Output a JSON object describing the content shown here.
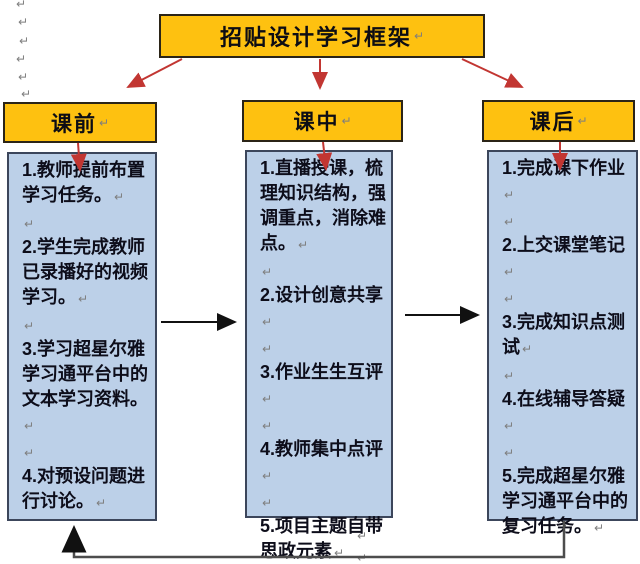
{
  "title": {
    "text": "招贴设计学习框架"
  },
  "glyphs": {
    "pilcrow": "↵"
  },
  "colors": {
    "header_fill": "#FEC110",
    "body_fill": "#BCD0E8",
    "red_arrow": "#C23632",
    "black_arrow": "#111111",
    "loop_line": "#4d4d4d"
  },
  "columns": [
    {
      "header": "课前",
      "items": [
        "1.教师提前布置学习任务。",
        "2.学生完成教师已录播好的视频学习。",
        "3.学习超星尔雅学习通平台中的文本学习资料。",
        "4.对预设问题进行讨论。"
      ]
    },
    {
      "header": "课中",
      "items": [
        "1.直播授课，梳理知识结构，强调重点，消除难点。",
        "2.设计创意共享",
        "3.作业生生互评",
        "4.教师集中点评",
        "5.项目主题自带思政元素"
      ]
    },
    {
      "header": "课后",
      "items": [
        "1.完成课下作业",
        "2.上交课堂笔记",
        "3.完成知识点测试",
        "4.在线辅导答疑",
        "5.完成超星尔雅学习通平台中的复习任务。"
      ]
    }
  ]
}
